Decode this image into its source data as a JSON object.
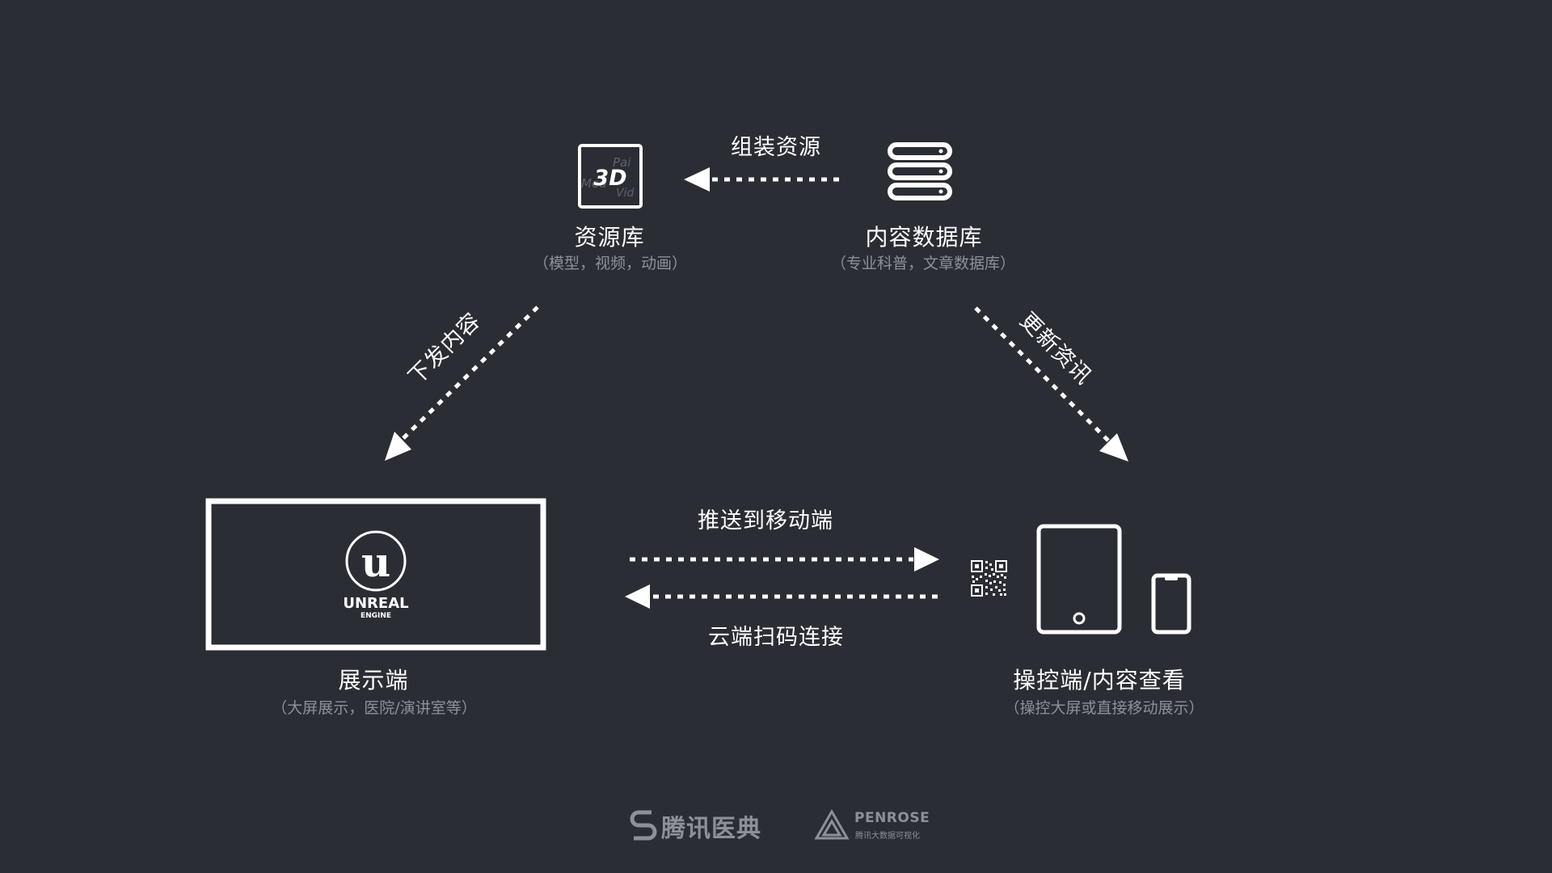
{
  "nodes": {
    "resource_library": {
      "title": "资源库",
      "subtitle": "（模型，视频，动画）",
      "icon_text": "3D",
      "icon_ghost_a": "Pai",
      "icon_ghost_b": "Mod",
      "icon_ghost_c": "Vid"
    },
    "content_database": {
      "title": "内容数据库",
      "subtitle": "（专业科普，文章数据库）"
    },
    "display": {
      "title": "展示端",
      "subtitle": "（大屏展示，医院/演讲室等）",
      "logo_line1": "UNREAL",
      "logo_line2": "ENGINE"
    },
    "control": {
      "title": "操控端/内容查看",
      "subtitle": "（操控大屏或直接移动展示）"
    }
  },
  "edges": {
    "assemble": "组装资源",
    "distribute": "下发内容",
    "update": "更新资讯",
    "push_mobile": "推送到移动端",
    "cloud_scan": "云端扫码连接"
  },
  "footer": {
    "brand_a": "腾讯医典",
    "brand_b": "PENROSE",
    "brand_b_sub": "腾讯大数据可视化"
  },
  "colors": {
    "background": "#2b2d35",
    "foreground": "#ffffff",
    "muted": "#8d9099"
  },
  "icons": [
    "3d-model-icon",
    "database-icon",
    "unreal-engine-logo",
    "qr-code-icon",
    "tablet-icon",
    "phone-icon",
    "tencent-medipedia-logo",
    "penrose-logo"
  ]
}
